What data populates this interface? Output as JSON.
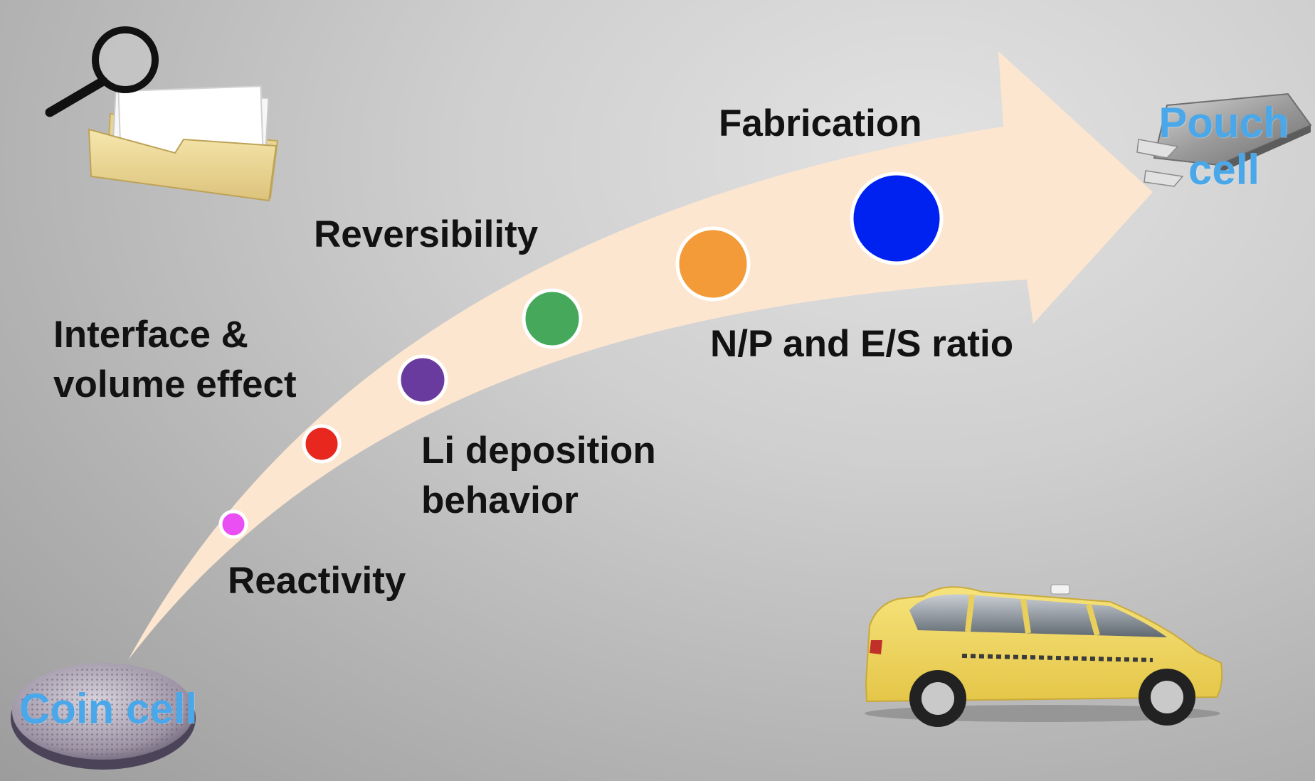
{
  "labels": {
    "reactivity": "Reactivity",
    "interface_line1": "Interface &",
    "interface_line2": "volume effect",
    "li_line1": "Li deposition",
    "li_line2": "behavior",
    "reversibility": "Reversibility",
    "np_es": "N/P and E/S ratio",
    "fabrication": "Fabrication",
    "coin_cell": "Coin cell",
    "pouch_line1": "Pouch",
    "pouch_line2": "cell"
  },
  "colors": {
    "arrow": "#fce6cf",
    "label_text": "#121212",
    "cell_text": "#4aa8ea",
    "reactivity_dot": "#e94ff2",
    "interface_dot": "#e8281e",
    "li_dot": "#6a3b9e",
    "reversibility_dot": "#45a85a",
    "np_es_dot": "#f29b38",
    "fabrication_dot": "#0022f0"
  },
  "icons": [
    "magnifier-folder-icon",
    "coin-cell-icon",
    "pouch-cell-icon",
    "taxi-car-icon"
  ]
}
